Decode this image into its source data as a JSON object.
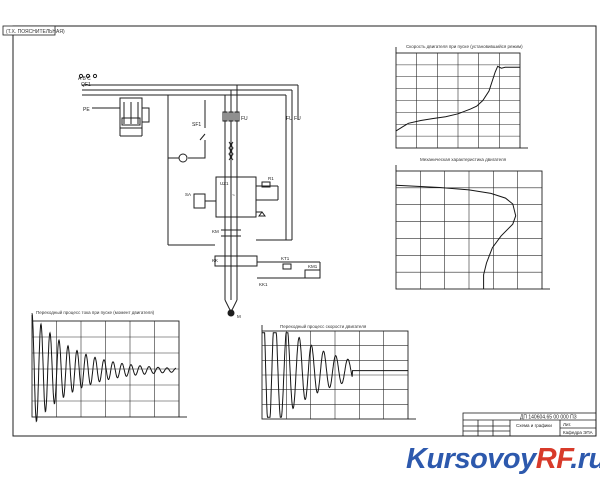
{
  "sheet_stamp": "(Т.Х. ПОЯСНИТЕЛЬНАЯ)",
  "chart_top_title": "Скорость двигателя при пуске (установившийся режим)",
  "chart_mid_title": "Механическая характеристика двигателя",
  "chart_bl_title": "Переходный процесс тока при пуске (момент двигателя)",
  "chart_bc_title": "Переходный процесс скорости двигателя",
  "title_block": {
    "doc_code": "ДП 140604.65 00 000 ПЗ",
    "sheet_name": "Схема и графики",
    "stage": "Лит.",
    "org": "Кафедра ЭПА"
  },
  "watermark": {
    "part1": "Kursovoy",
    "part2": "RF",
    "part3": ".ru"
  },
  "colors": {
    "line": "#1f1f1f",
    "grid": "#2a2a2a",
    "curve": "#151515",
    "wm_blue": "#2d59ad",
    "wm_red": "#d83a2a"
  },
  "chart_data": [
    {
      "type": "line",
      "id": "top-right",
      "x": [
        0,
        0.05,
        0.1,
        0.2,
        0.3,
        0.4,
        0.5,
        0.6,
        0.65,
        0.7,
        0.75,
        0.8,
        0.82,
        0.85,
        0.88,
        0.9,
        1.0
      ],
      "y": [
        0.18,
        0.22,
        0.26,
        0.29,
        0.31,
        0.33,
        0.36,
        0.41,
        0.44,
        0.5,
        0.6,
        0.8,
        0.86,
        0.84,
        0.85,
        0.85,
        0.85
      ],
      "xlim": [
        0,
        1
      ],
      "ylim": [
        0,
        1
      ]
    },
    {
      "type": "line",
      "id": "mid-right",
      "x": [
        0.0,
        0.3,
        0.5,
        0.65,
        0.75,
        0.8,
        0.82,
        0.8,
        0.72,
        0.66,
        0.62,
        0.6,
        0.6
      ],
      "y": [
        0.88,
        0.86,
        0.84,
        0.81,
        0.77,
        0.72,
        0.62,
        0.55,
        0.45,
        0.35,
        0.22,
        0.12,
        0.0
      ],
      "xlim": [
        0,
        1
      ],
      "ylim": [
        0,
        1
      ]
    },
    {
      "type": "line",
      "id": "bottom-left",
      "envelope_start": 0.95,
      "decay": 3.4,
      "cycles": 16,
      "final": 0.18,
      "xlim": [
        0,
        1
      ],
      "ylim": [
        -0.6,
        1
      ]
    },
    {
      "type": "line",
      "id": "bottom-center",
      "envelope_start": 0.85,
      "decay": 3.2,
      "cycles": 12,
      "final": 0.55,
      "settle_x": 0.62,
      "xlim": [
        0,
        1
      ],
      "ylim": [
        0,
        1
      ]
    }
  ]
}
